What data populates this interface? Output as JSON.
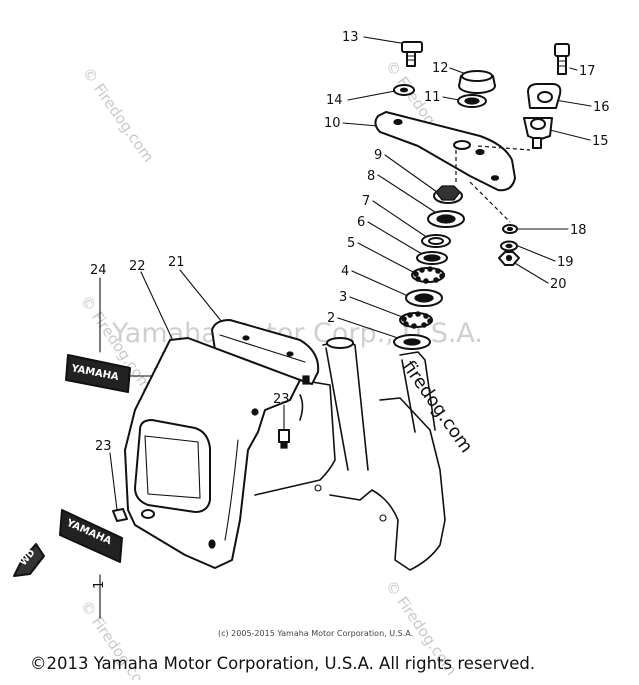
{
  "diagram": {
    "part_labels": [
      "13",
      "12",
      "14",
      "11",
      "10",
      "9",
      "8",
      "7",
      "6",
      "5",
      "4",
      "3",
      "2",
      "17",
      "16",
      "15",
      "18",
      "19",
      "20",
      "24",
      "22",
      "21",
      "23",
      "23",
      "1"
    ],
    "emblem_text": "YAMAHA",
    "badge_text": "WD",
    "watermarks": {
      "firedog": "© Firedog.com",
      "site_side": "firedog.com",
      "center": "Yamaha Motor Corp., U.S.A."
    },
    "copyright_small": "(c) 2005-2015 Yamaha Motor Corporation, U.S.A.",
    "copyright_footer": "©2013 Yamaha Motor Corporation, U.S.A. All rights reserved."
  }
}
